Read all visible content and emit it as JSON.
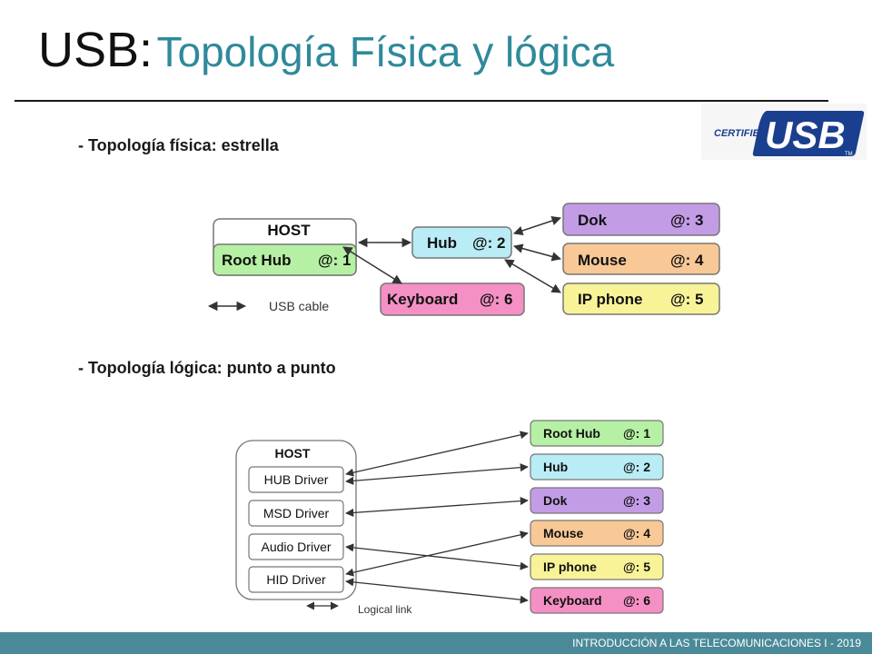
{
  "slide": {
    "title_prefix": "USB:",
    "title_rest": "Topología Física y lógica",
    "logo": {
      "small_text": "CERTIFIED",
      "big_text": "USB",
      "tm": "TM"
    },
    "bullet_physical": "- Topología física: estrella",
    "bullet_logical": "- Topología lógica: punto a punto",
    "footer": "INTRODUCCIÓN A LAS TELECOMUNICACIONES I - 2019"
  },
  "colors": {
    "accent": "#2e8a9a",
    "footer_bar": "#4a8a98",
    "root_hub": "#b6f0a4",
    "hub": "#b9ecf5",
    "dok": "#c39ce6",
    "mouse": "#f8c896",
    "ip_phone": "#f9f398",
    "keyboard": "#f590c4"
  },
  "physical": {
    "host_label": "HOST",
    "legend": "USB cable",
    "root_hub": {
      "name": "Root Hub",
      "addr": "@: 1"
    },
    "hub": {
      "name": "Hub",
      "addr": "@: 2"
    },
    "keyboard": {
      "name": "Keyboard",
      "addr": "@: 6"
    },
    "dok": {
      "name": "Dok",
      "addr": "@: 3"
    },
    "mouse": {
      "name": "Mouse",
      "addr": "@: 4"
    },
    "ip_phone": {
      "name": "IP phone",
      "addr": "@: 5"
    }
  },
  "logical": {
    "host_label": "HOST",
    "legend": "Logical link",
    "drivers": [
      "HUB Driver",
      "MSD Driver",
      "Audio Driver",
      "HID Driver"
    ],
    "devices": [
      {
        "name": "Root Hub",
        "addr": "@: 1"
      },
      {
        "name": "Hub",
        "addr": "@: 2"
      },
      {
        "name": "Dok",
        "addr": "@: 3"
      },
      {
        "name": "Mouse",
        "addr": "@: 4"
      },
      {
        "name": "IP phone",
        "addr": "@: 5"
      },
      {
        "name": "Keyboard",
        "addr": "@: 6"
      }
    ]
  }
}
